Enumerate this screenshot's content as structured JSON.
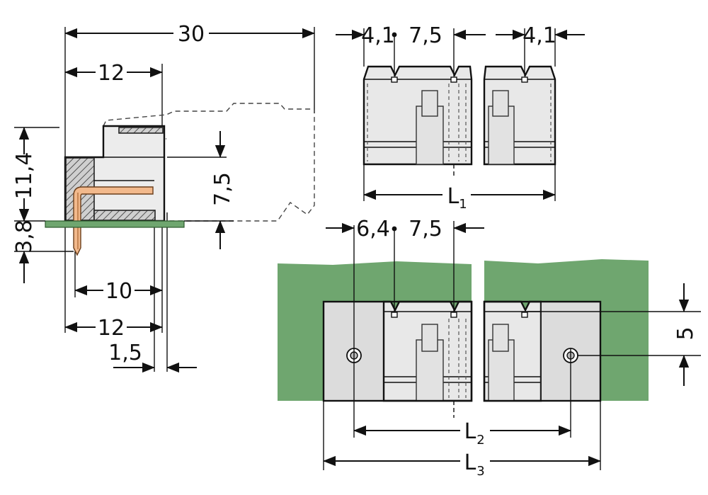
{
  "colors": {
    "pcb": "#6fa66f",
    "housing": "#e8e8e8",
    "pin": "#f2b98c",
    "outline": "#111111"
  },
  "side_view": {
    "dim_total_width": "30",
    "dim_top_12": "12",
    "dim_height": "11,4",
    "dim_pin_length": "3,8",
    "dim_7_5": "7,5",
    "dim_10": "10",
    "dim_bottom_12": "12",
    "dim_1_5": "1,5"
  },
  "top_view": {
    "dim_left": "4,1",
    "dim_pitch": "7,5",
    "dim_right": "4,1",
    "dim_L": "L",
    "dim_L_sub": "1"
  },
  "flange_view": {
    "dim_left": "6,4",
    "dim_pitch": "7,5",
    "dim_5": "5",
    "dim_L2": "L",
    "dim_L2_sub": "2",
    "dim_L3": "L",
    "dim_L3_sub": "3"
  }
}
